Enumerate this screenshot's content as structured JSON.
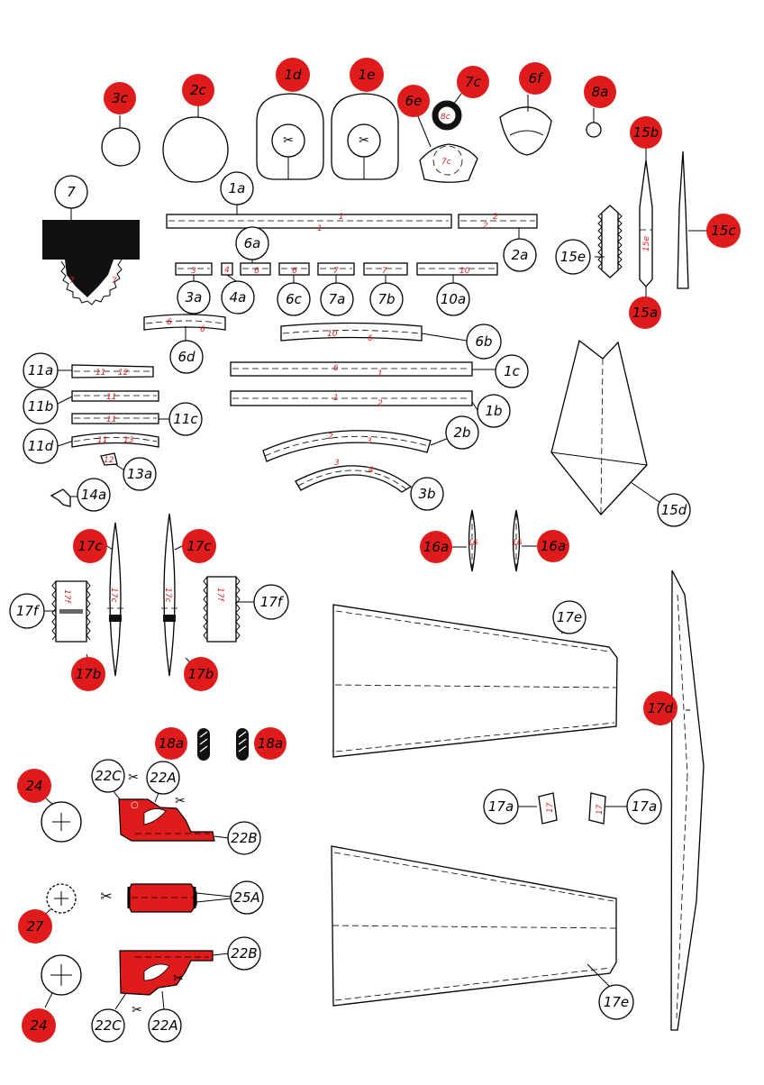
{
  "colors": {
    "red": "#e01b1b",
    "black": "#111111",
    "line": "#000000",
    "paper": "#ffffff",
    "part_number": "#d71f1f"
  },
  "labels": {
    "l3c": "3c",
    "l2c": "2c",
    "l1d": "1d",
    "l1e": "1e",
    "l6e": "6e",
    "l7c": "7c",
    "l6f": "6f",
    "l8a": "8a",
    "l15b": "15b",
    "l7": "7",
    "l1a": "1a",
    "l2a": "2a",
    "l6a": "6a",
    "l15c": "15c",
    "l15e": "15e",
    "l15a": "15a",
    "l3a": "3a",
    "l4a": "4a",
    "l6c": "6c",
    "l7a": "7a",
    "l7b": "7b",
    "l10a": "10a",
    "l6d": "6d",
    "l6b": "6b",
    "l11a": "11a",
    "l1c": "1c",
    "l11b": "11b",
    "l1b": "1b",
    "l11c": "11c",
    "l2b": "2b",
    "l11d": "11d",
    "l13a": "13a",
    "l3b": "3b",
    "l14a": "14a",
    "l15d": "15d",
    "l16a_left": "16a",
    "l16a_right": "16a",
    "l17c_left": "17c",
    "l17c_right": "17c",
    "l17f_left": "17f",
    "l17f_right": "17f",
    "l17b_left": "17b",
    "l17b_right": "17b",
    "l17e_top": "17e",
    "l17d": "17d",
    "l18a_left": "18a",
    "l18a_right": "18a",
    "l24_top": "24",
    "l22C_top": "22C",
    "l22A_top": "22A",
    "l22B_top": "22B",
    "l17a_left": "17a",
    "l17a_right": "17a",
    "l27": "27",
    "l25A": "25A",
    "l22B_bottom": "22B",
    "l24_bottom": "24",
    "l22C_bottom": "22C",
    "l22A_bottom": "22A",
    "l17e_bottom": "17e"
  },
  "part_numbers": {
    "n1a_1": "1",
    "n1a_2": "1",
    "n2a_1": "2",
    "n2a_2": "2",
    "n3a": "3",
    "n4a": "4",
    "n6a": "6",
    "n6c": "6",
    "n7a": "7",
    "n7b": "7",
    "n10a": "10",
    "n6d_1": "6",
    "n6d_2": "6",
    "n6b_1": "10",
    "n6b_2": "6",
    "n11a_1": "11",
    "n11a_2": "12",
    "n1c_1": "6",
    "n1c_2": "1",
    "n11b": "11",
    "n1b_1": "1",
    "n1b_2": "2",
    "n11c": "11",
    "n11d_1": "11",
    "n11d_2": "13",
    "n2b_1": "2",
    "n2b_2": "3",
    "n3b_1": "3",
    "n3b_2": "4",
    "n7c": "7c",
    "n8c": "8c",
    "n15e": "15e",
    "n16a_l": "16",
    "n16a_r": "16",
    "n17f_l": "17f",
    "n17f_r": "17f",
    "n17c_l": "17c",
    "n17c_r": "17c",
    "n17a_l": "17",
    "n17a_r": "17"
  }
}
